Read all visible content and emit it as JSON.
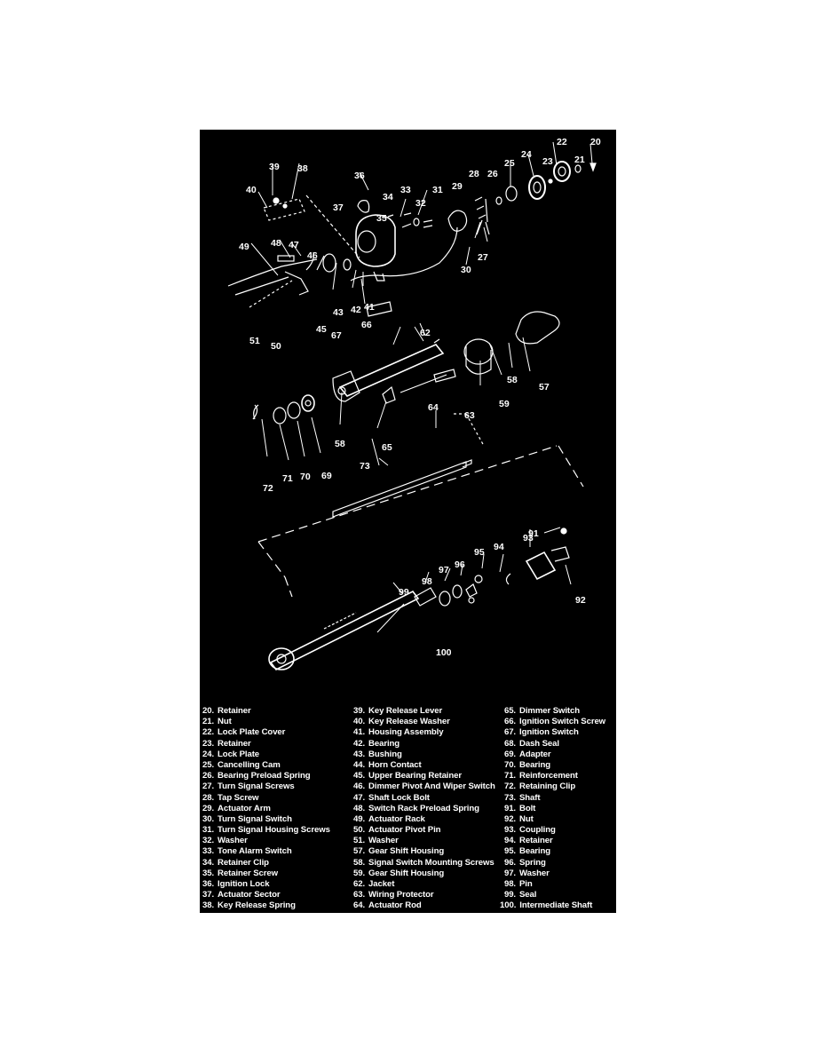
{
  "figure": {
    "background": "#000000",
    "foreground": "#ffffff",
    "callouts": [
      "20",
      "21",
      "22",
      "23",
      "24",
      "25",
      "26",
      "27",
      "28",
      "29",
      "30",
      "31",
      "32",
      "33",
      "34",
      "35",
      "36",
      "37",
      "38",
      "39",
      "40",
      "41",
      "42",
      "43",
      "45",
      "46",
      "47",
      "48",
      "49",
      "50",
      "51",
      "57",
      "58",
      "58",
      "59",
      "62",
      "63",
      "64",
      "65",
      "66",
      "67",
      "69",
      "70",
      "71",
      "72",
      "73",
      "91",
      "92",
      "93",
      "94",
      "95",
      "96",
      "97",
      "98",
      "99",
      "100"
    ]
  },
  "legend": {
    "col1": [
      {
        "num": "20.",
        "name": "Retainer"
      },
      {
        "num": "21.",
        "name": "Nut"
      },
      {
        "num": "22.",
        "name": "Lock Plate Cover"
      },
      {
        "num": "23.",
        "name": "Retainer"
      },
      {
        "num": "24.",
        "name": "Lock Plate"
      },
      {
        "num": "25.",
        "name": "Cancelling Cam"
      },
      {
        "num": "26.",
        "name": "Bearing Preload Spring"
      },
      {
        "num": "27.",
        "name": "Turn Signal Screws"
      },
      {
        "num": "28.",
        "name": "Tap Screw"
      },
      {
        "num": "29.",
        "name": "Actuator Arm"
      },
      {
        "num": "30.",
        "name": "Turn Signal Switch"
      },
      {
        "num": "31.",
        "name": "Turn Signal Housing Screws"
      },
      {
        "num": "32.",
        "name": "Washer"
      },
      {
        "num": "33.",
        "name": "Tone Alarm Switch"
      },
      {
        "num": "34.",
        "name": "Retainer Clip"
      },
      {
        "num": "35.",
        "name": "Retainer Screw"
      },
      {
        "num": "36.",
        "name": "Ignition Lock"
      },
      {
        "num": "37.",
        "name": "Actuator Sector"
      },
      {
        "num": "38.",
        "name": "Key Release Spring"
      }
    ],
    "col2": [
      {
        "num": "39.",
        "name": "Key Release Lever"
      },
      {
        "num": "40.",
        "name": "Key Release Washer"
      },
      {
        "num": "41.",
        "name": "Housing Assembly"
      },
      {
        "num": "42.",
        "name": "Bearing"
      },
      {
        "num": "43.",
        "name": "Bushing"
      },
      {
        "num": "44.",
        "name": "Horn Contact"
      },
      {
        "num": "45.",
        "name": "Upper Bearing Retainer"
      },
      {
        "num": "46.",
        "name": "Dimmer Pivot And Wiper Switch"
      },
      {
        "num": "47.",
        "name": "Shaft Lock Bolt"
      },
      {
        "num": "48.",
        "name": "Switch Rack Preload Spring"
      },
      {
        "num": "49.",
        "name": "Actuator Rack"
      },
      {
        "num": "50.",
        "name": "Actuator Pivot Pin"
      },
      {
        "num": "51.",
        "name": "Washer"
      },
      {
        "num": "57.",
        "name": "Gear Shift Housing"
      },
      {
        "num": "58.",
        "name": "Signal Switch Mounting Screws"
      },
      {
        "num": "59.",
        "name": "Gear Shift Housing"
      },
      {
        "num": "62.",
        "name": "Jacket"
      },
      {
        "num": "63.",
        "name": "Wiring Protector"
      },
      {
        "num": "64.",
        "name": "Actuator Rod"
      }
    ],
    "col3": [
      {
        "num": "65.",
        "name": "Dimmer Switch"
      },
      {
        "num": "66.",
        "name": "Ignition Switch Screw"
      },
      {
        "num": "67.",
        "name": "Ignition Switch"
      },
      {
        "num": "68.",
        "name": "Dash Seal"
      },
      {
        "num": "69.",
        "name": "Adapter"
      },
      {
        "num": "70.",
        "name": "Bearing"
      },
      {
        "num": "71.",
        "name": "Reinforcement"
      },
      {
        "num": "72.",
        "name": "Retaining Clip"
      },
      {
        "num": "73.",
        "name": "Shaft"
      },
      {
        "num": "91.",
        "name": "Bolt"
      },
      {
        "num": "92.",
        "name": "Nut"
      },
      {
        "num": "93.",
        "name": "Coupling"
      },
      {
        "num": "94.",
        "name": "Retainer"
      },
      {
        "num": "95.",
        "name": "Bearing"
      },
      {
        "num": "96.",
        "name": "Spring"
      },
      {
        "num": "97.",
        "name": "Washer"
      },
      {
        "num": "98.",
        "name": "Pin"
      },
      {
        "num": "99.",
        "name": "Seal"
      },
      {
        "num": "100.",
        "name": "Intermediate Shaft"
      }
    ]
  }
}
